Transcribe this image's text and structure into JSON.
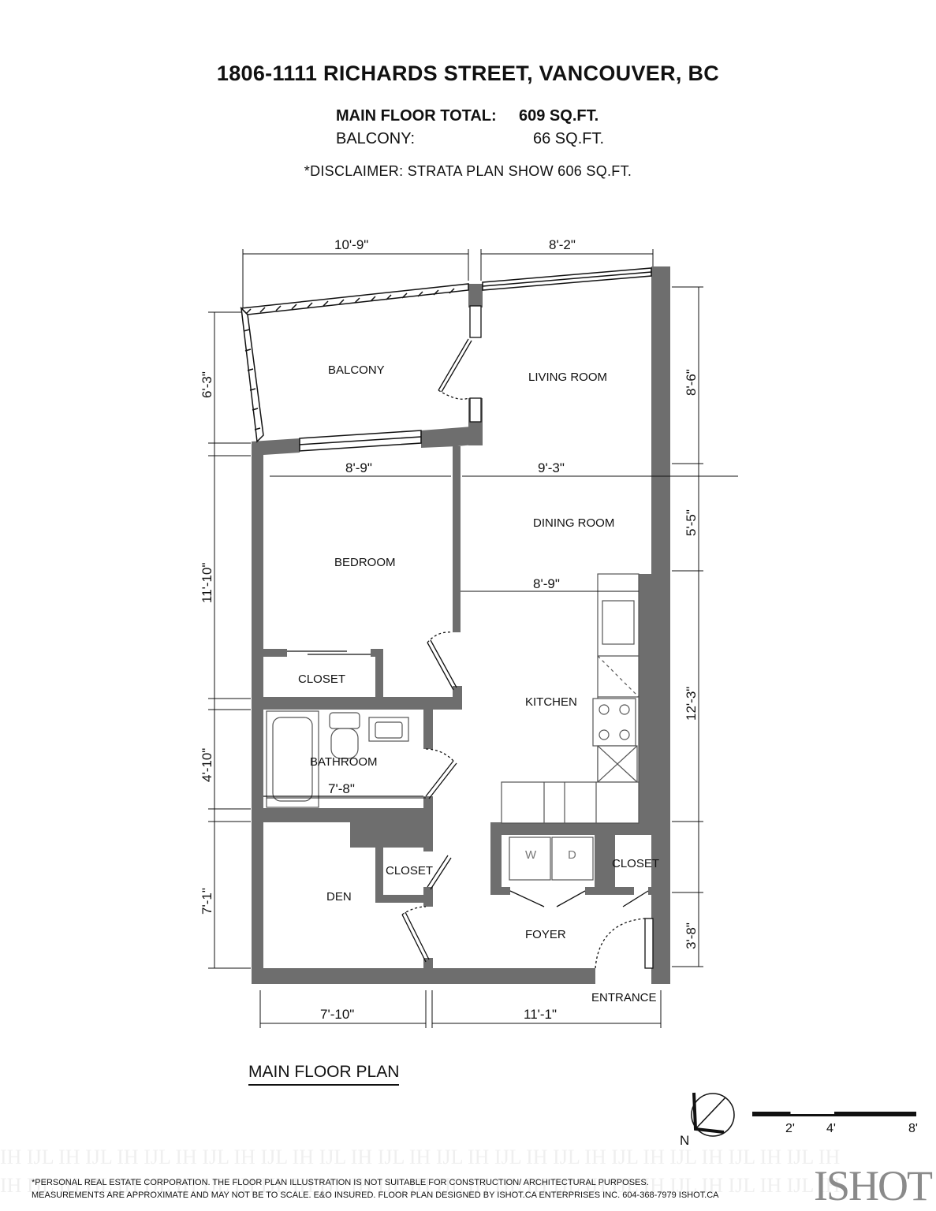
{
  "header": {
    "title": "1806-1111 RICHARDS STREET, VANCOUVER, BC",
    "main_floor_label": "MAIN FLOOR TOTAL:",
    "main_floor_value": "609 SQ.FT.",
    "balcony_label": "BALCONY:",
    "balcony_value": "66 SQ.FT.",
    "disclaimer": "*DISCLAIMER: STRATA PLAN SHOW 606 SQ.FT."
  },
  "rooms": {
    "balcony": "BALCONY",
    "living_room": "LIVING ROOM",
    "dining_room": "DINING ROOM",
    "bedroom": "BEDROOM",
    "closet_bedroom": "CLOSET",
    "kitchen": "KITCHEN",
    "bathroom": "BATHROOM",
    "den": "DEN",
    "closet_den": "CLOSET",
    "closet_foyer": "CLOSET",
    "foyer": "FOYER",
    "entrance": "ENTRANCE",
    "washer": "W",
    "dryer": "D"
  },
  "dimensions": {
    "top_left": "10'-9\"",
    "top_right": "8'-2\"",
    "bedroom_width": "8'-9\"",
    "dining_width": "9'-3\"",
    "kitchen_width": "8'-9\"",
    "bathroom_width": "7'-8\"",
    "bottom_left": "7'-10\"",
    "bottom_right": "11'-1\"",
    "left_balcony": "6'-3\"",
    "left_bedroom": "11'-10\"",
    "left_bathroom": "4'-10\"",
    "left_den": "7'-1\"",
    "right_living": "8'-6\"",
    "right_dining": "5'-5\"",
    "right_kitchen": "12'-3\"",
    "right_foyer": "3'-8\""
  },
  "plan_title": "MAIN FLOOR PLAN",
  "compass": {
    "label": "N"
  },
  "scale_bar": {
    "labels": [
      "2'",
      "4'",
      "8'"
    ]
  },
  "logo": "ISHOT",
  "footer": {
    "line1": "*PERSONAL REAL ESTATE CORPORATION. THE FLOOR PLAN ILLUSTRATION IS NOT SUITABLE FOR CONSTRUCTION/ ARCHITECTURAL PURPOSES.",
    "line2": "MEASUREMENTS ARE APPROXIMATE AND MAY NOT BE TO SCALE. E&O INSURED. FLOOR PLAN DESIGNED BY ISHOT.CA ENTERPRISES INC. 604-368-7979  ISHOT.CA"
  },
  "colors": {
    "wall": "#6e6e6e",
    "ink": "#111111",
    "fixture": "#555555"
  }
}
